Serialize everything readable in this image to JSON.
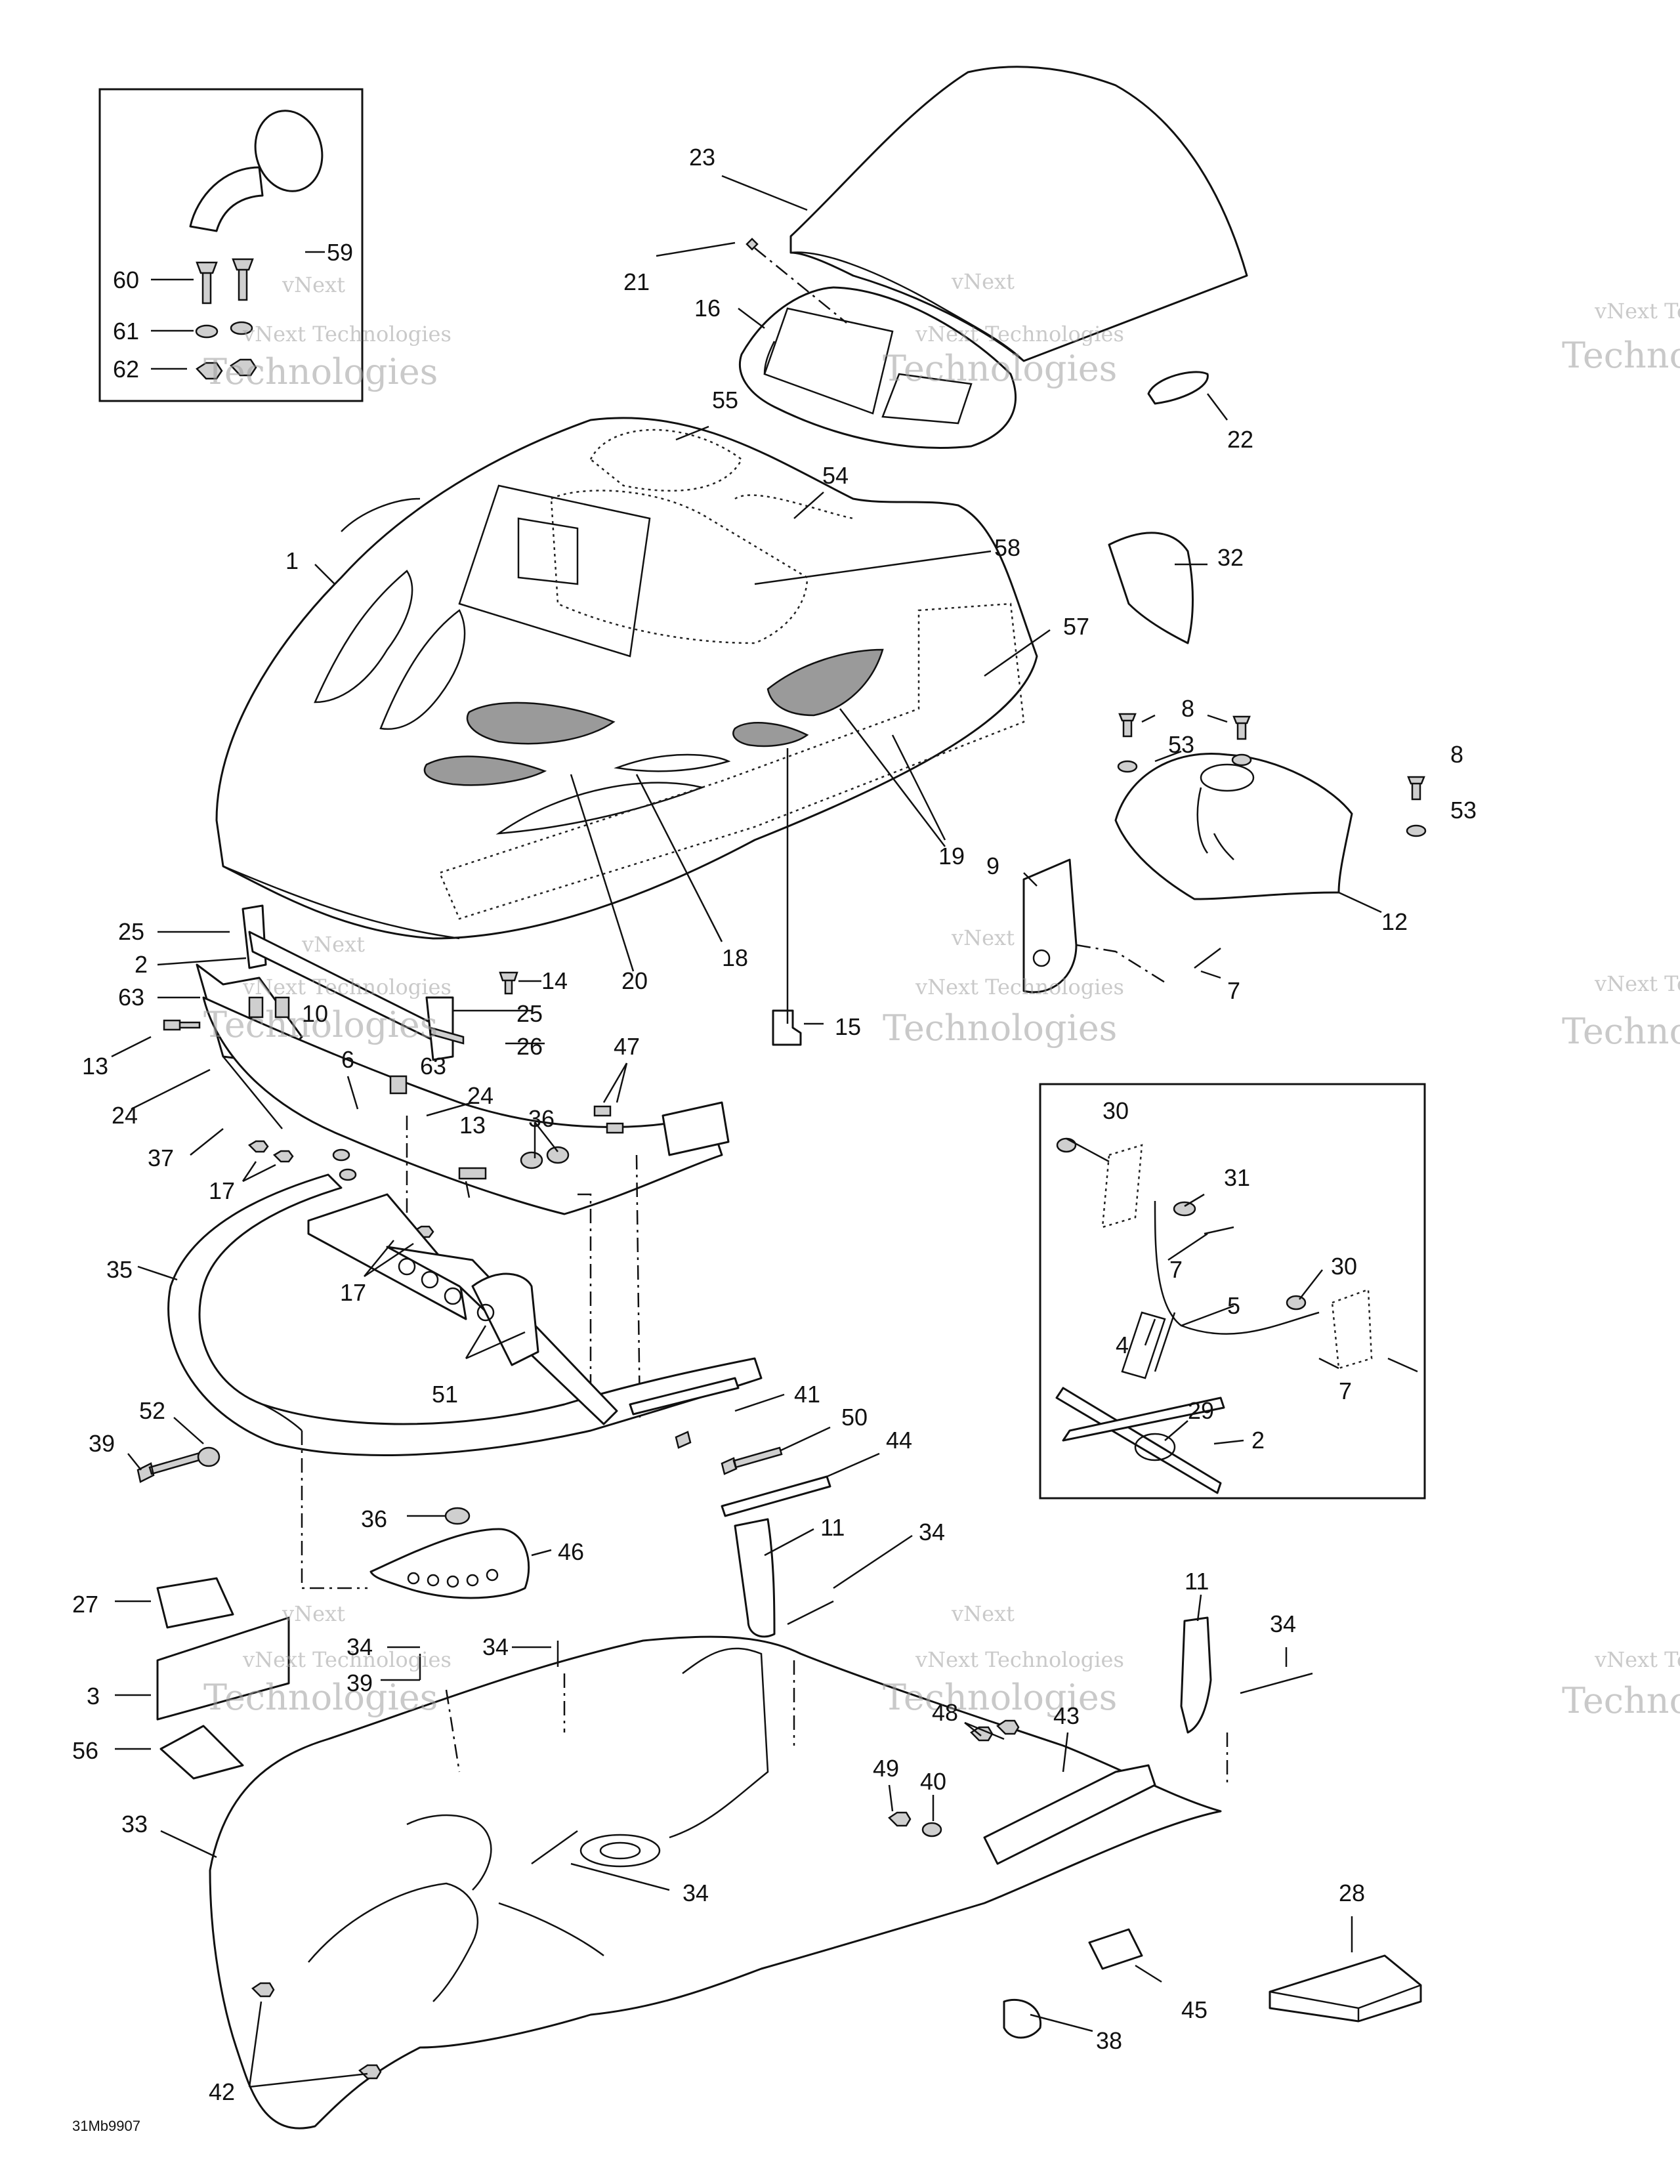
{
  "figure_code": "31Mb9907",
  "watermark": {
    "line1": "vNext Technologies",
    "line2": "Technologies",
    "frag_next": "vNext",
    "frag_te": "vNext Te",
    "frag_techno": "Techno",
    "frag_technol": "Technol"
  },
  "callouts": {
    "c1": "1",
    "c2": "2",
    "c2b": "2",
    "c3": "3",
    "c4": "4",
    "c5": "5",
    "c6": "6",
    "c7": "7",
    "c7b": "7",
    "c7c": "7",
    "c8": "8",
    "c8b": "8",
    "c9": "9",
    "c10": "10",
    "c11": "11",
    "c11b": "11",
    "c12": "12",
    "c13": "13",
    "c13b": "13",
    "c14": "14",
    "c15": "15",
    "c16": "16",
    "c17": "17",
    "c17b": "17",
    "c18": "18",
    "c19": "19",
    "c20": "20",
    "c21": "21",
    "c22": "22",
    "c23": "23",
    "c24": "24",
    "c24b": "24",
    "c25": "25",
    "c25b": "25",
    "c26": "26",
    "c27": "27",
    "c28": "28",
    "c29": "29",
    "c30": "30",
    "c30b": "30",
    "c31": "31",
    "c32": "32",
    "c33": "33",
    "c34": "34",
    "c34b": "34",
    "c34c": "34",
    "c34d": "34",
    "c34e": "34",
    "c35": "35",
    "c36": "36",
    "c36b": "36",
    "c37": "37",
    "c38": "38",
    "c39": "39",
    "c39b": "39",
    "c40": "40",
    "c41": "41",
    "c42": "42",
    "c43": "43",
    "c44": "44",
    "c45": "45",
    "c46": "46",
    "c47": "47",
    "c48": "48",
    "c49": "49",
    "c50": "50",
    "c51": "51",
    "c52": "52",
    "c53": "53",
    "c53b": "53",
    "c54": "54",
    "c55": "55",
    "c56": "56",
    "c57": "57",
    "c58": "58",
    "c59": "59",
    "c60": "60",
    "c61": "61",
    "c62": "62",
    "c63": "63",
    "c63b": "63"
  }
}
